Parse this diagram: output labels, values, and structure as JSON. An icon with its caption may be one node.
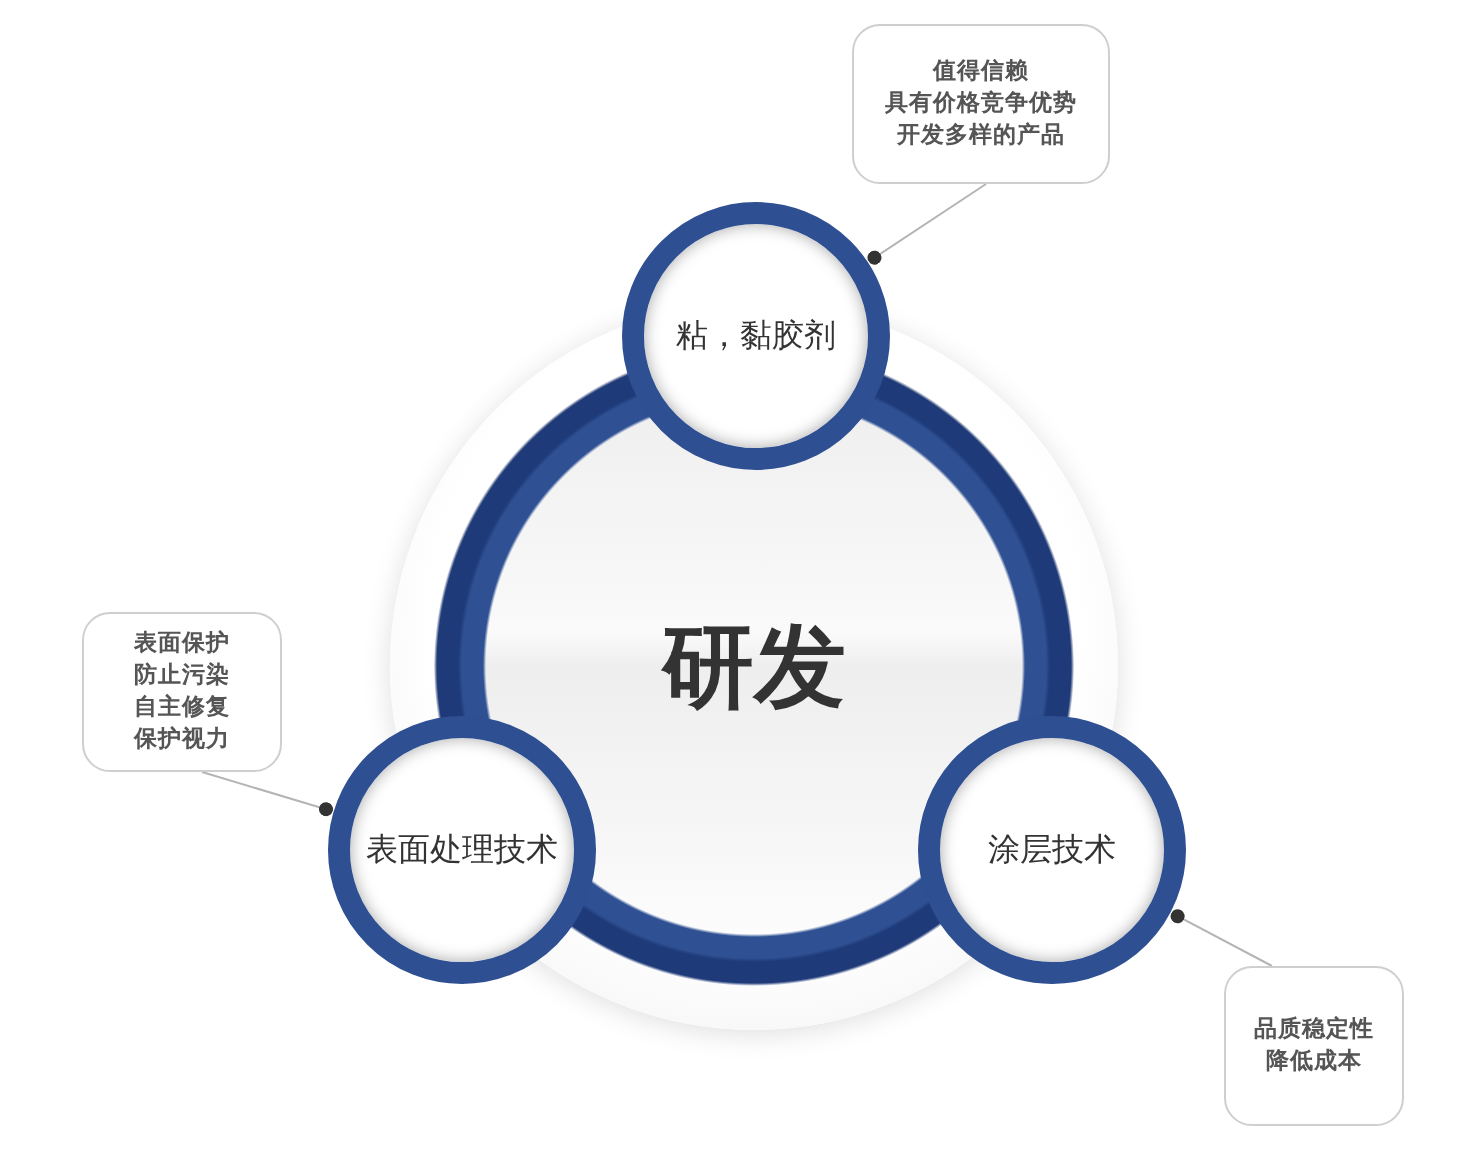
{
  "diagram": {
    "nodes": [
      {
        "text": [
          "研发"
        ]
      },
      {
        "text": [
          "粘，黏胶剂"
        ]
      },
      {
        "text": [
          "表面处理技术"
        ]
      },
      {
        "text": [
          "涂层技术"
        ]
      },
      {
        "text": [
          "值得信赖",
          "具有价格竞争优势",
          "开发多样的产品"
        ]
      },
      {
        "text": [
          "表面保护",
          "防止污染",
          "自主修复",
          "保护视力"
        ]
      },
      {
        "text": [
          "品质稳定性",
          "降低成本"
        ]
      }
    ],
    "edges": [
      {
        "from": 4,
        "to": 1,
        "arrow": "other"
      },
      {
        "from": 5,
        "to": 2,
        "arrow": "other"
      },
      {
        "from": 6,
        "to": 3,
        "arrow": "other"
      }
    ]
  }
}
